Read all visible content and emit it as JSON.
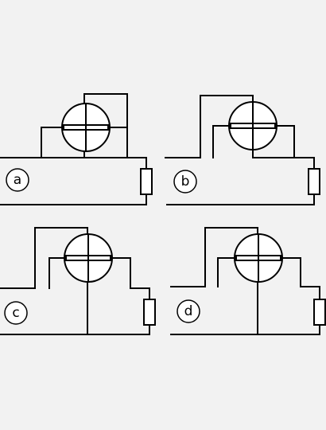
{
  "figure": {
    "background": "#f2f2f2",
    "line_color": "#000000",
    "fill_color": "#ffffff"
  },
  "circuits": [
    {
      "id": "a",
      "label": "a"
    },
    {
      "id": "b",
      "label": "b"
    },
    {
      "id": "c",
      "label": "c"
    },
    {
      "id": "d",
      "label": "d"
    }
  ]
}
